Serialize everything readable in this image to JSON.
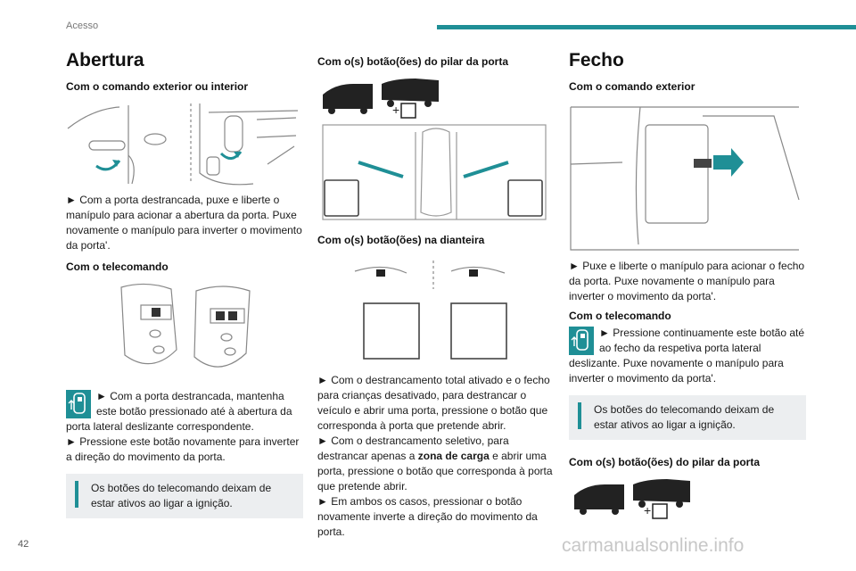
{
  "header": {
    "section": "Acesso"
  },
  "page_number": "42",
  "watermark": "carmanualsonline.info",
  "col1": {
    "title": "Abertura",
    "sub1": "Com o comando exterior ou interior",
    "p1": "► Com a porta destrancada, puxe e liberte o manípulo para acionar a abertura da porta. Puxe novamente o manípulo para inverter o movimento da porta'.",
    "sub2": "Com o telecomando",
    "p2a": "► Com a porta destrancada, mantenha este botão pressionado até à abertura da porta lateral deslizante correspondente.",
    "p2b": "► Pressione este botão novamente para inverter a direção do movimento da porta.",
    "info": "Os botões do telecomando deixam de estar ativos ao ligar a ignição."
  },
  "col2": {
    "sub1": "Com o(s) botão(ões) do pilar da porta",
    "sub2": "Com o(s) botão(ões) na dianteira",
    "p1": "► Com o destrancamento total ativado e o fecho para crianças desativado, para destrancar o veículo e abrir uma porta, pressione o botão que corresponda à porta que pretende abrir.",
    "p2_pre": "► Com o destrancamento seletivo, para destrancar apenas a ",
    "p2_kw": "zona de carga",
    "p2_post": " e abrir uma porta, pressione o botão que corresponda à porta que pretende abrir.",
    "p3": "► Em ambos os casos, pressionar o botão novamente inverte a direção do movimento da porta."
  },
  "col3": {
    "title": "Fecho",
    "sub1": "Com o comando exterior",
    "p1": "► Puxe e liberte o manípulo para acionar o fecho da porta. Puxe novamente o manípulo para inverter o movimento da porta'.",
    "sub2": "Com o telecomando",
    "p2": "► Pressione continuamente este botão até ao fecho da respetiva porta lateral deslizante. Puxe novamente o manípulo para inverter o movimento da porta'.",
    "info": "Os botões do telecomando deixam de estar ativos ao ligar a ignição.",
    "sub3": "Com o(s) botão(ões) do pilar da porta"
  },
  "colors": {
    "accent": "#1f8f96",
    "info_bg": "#eceef0"
  }
}
